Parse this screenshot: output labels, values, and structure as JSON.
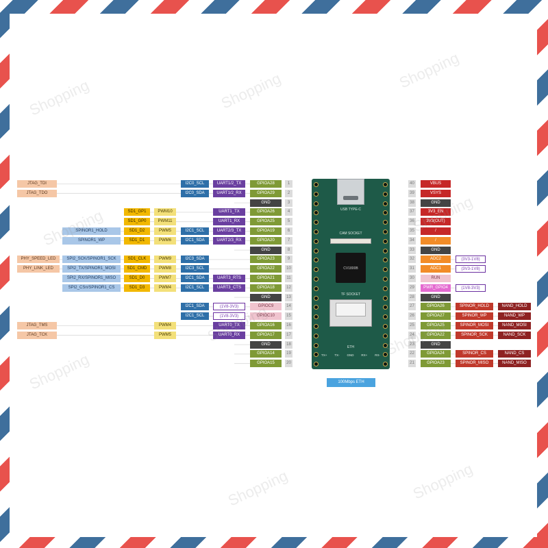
{
  "colors": {
    "jtag": "#f5c7a6",
    "spi_flash": "#a9c7e8",
    "sd": "#f2b800",
    "pwm": "#f3e07a",
    "i2c": "#2e6fa8",
    "uart": "#6a3fa0",
    "gpio": "#7f9a36",
    "gnd": "#444444",
    "pin_number": "#dcdcdc",
    "power": "#c62828",
    "adc": "#f28c28",
    "voltage": "#7b3fb3",
    "voltage_border": "#6a2fa0",
    "run": "#f0c4cf",
    "pwm_pink": "#e46ad0",
    "spinor": "#c0392b",
    "nand": "#8e2222",
    "eth_badge": "#4aa3df",
    "board": "#1e5a48"
  },
  "board": {
    "usb_label": "USB TYPE-C",
    "cam_label": "CAM SOCKET",
    "chip_label": "CV1800B",
    "tf_label": "TF SOCKET",
    "eth_label": "ETH",
    "eth_pins": [
      "TX+",
      "TX-",
      "GND",
      "RX+",
      "RX-"
    ]
  },
  "eth_badge": "100Mbps ETH",
  "watermark": "Shopping",
  "left_pins": [
    {
      "num": "1",
      "label": "GPIOA28",
      "type": "gpio",
      "tags": [
        {
          "text": "UART1/2_TX",
          "type": "uart"
        },
        {
          "text": "I2C0_SCL",
          "type": "i2c"
        },
        {
          "text": "JTAG_TDI",
          "type": "jtag"
        }
      ]
    },
    {
      "num": "2",
      "label": "GPIOA29",
      "type": "gpio",
      "tags": [
        {
          "text": "UART1/2_RX",
          "type": "uart"
        },
        {
          "text": "I2C0_SDA",
          "type": "i2c"
        },
        {
          "text": "JTAG_TDO",
          "type": "jtag"
        }
      ]
    },
    {
      "num": "3",
      "label": "GND",
      "type": "gnd",
      "tags": []
    },
    {
      "num": "4",
      "label": "GPIOA26",
      "type": "gpio",
      "tags": [
        {
          "text": "UART1_TX",
          "type": "uart"
        },
        {
          "text": "PWM10",
          "type": "pwm"
        },
        {
          "text": "SD1_GP1",
          "type": "sd"
        }
      ]
    },
    {
      "num": "5",
      "label": "GPIOA25",
      "type": "gpio",
      "tags": [
        {
          "text": "UART1_RX",
          "type": "uart"
        },
        {
          "text": "PWM11",
          "type": "pwm"
        },
        {
          "text": "SD1_GP0",
          "type": "sd"
        }
      ]
    },
    {
      "num": "6",
      "label": "GPIOA19",
      "type": "gpio",
      "tags": [
        {
          "text": "UART2/3_TX",
          "type": "uart"
        },
        {
          "text": "I2C1_SCL",
          "type": "i2c"
        },
        {
          "text": "PWM5",
          "type": "pwm"
        },
        {
          "text": "SD1_D2",
          "type": "sd"
        },
        {
          "text": "SPINOR1_HOLD",
          "type": "spi_flash"
        }
      ]
    },
    {
      "num": "7",
      "label": "GPIOA20",
      "type": "gpio",
      "tags": [
        {
          "text": "UART2/3_RX",
          "type": "uart"
        },
        {
          "text": "I2C1_SDA",
          "type": "i2c"
        },
        {
          "text": "PWM6",
          "type": "pwm"
        },
        {
          "text": "SD1_D1",
          "type": "sd"
        },
        {
          "text": "SPINOR1_WP",
          "type": "spi_flash"
        }
      ]
    },
    {
      "num": "8",
      "label": "GND",
      "type": "gnd",
      "tags": []
    },
    {
      "num": "9",
      "label": "GPIOA23",
      "type": "gpio",
      "tags": [
        {
          "text": "I2C3_SDA",
          "type": "i2c"
        },
        {
          "text": "PWM9",
          "type": "pwm"
        },
        {
          "text": "SD1_CLK",
          "type": "sd"
        },
        {
          "text": "SPI2_SCK/SPINOR1_SCK",
          "type": "spi_flash"
        },
        {
          "text": "PHY_SPEED_LED",
          "type": "jtag"
        }
      ]
    },
    {
      "num": "10",
      "label": "GPIOA22",
      "type": "gpio",
      "tags": [
        {
          "text": "I2C3_SCL",
          "type": "i2c"
        },
        {
          "text": "PWM8",
          "type": "pwm"
        },
        {
          "text": "SD1_CMD",
          "type": "sd"
        },
        {
          "text": "SPI2_TX/SPINOR1_MOSI",
          "type": "spi_flash"
        },
        {
          "text": "PHY_LINK_LED",
          "type": "jtag"
        }
      ]
    },
    {
      "num": "11",
      "label": "GPIOA21",
      "type": "gpio",
      "tags": [
        {
          "text": "UART3_RTS",
          "type": "uart"
        },
        {
          "text": "I2C1_SDA",
          "type": "i2c"
        },
        {
          "text": "PWM7",
          "type": "pwm"
        },
        {
          "text": "SD1_D0",
          "type": "sd"
        },
        {
          "text": "SPI2_RX/SPINOR1_MISO",
          "type": "spi_flash"
        }
      ]
    },
    {
      "num": "12",
      "label": "GPIOA18",
      "type": "gpio",
      "tags": [
        {
          "text": "UART3_CTS",
          "type": "uart"
        },
        {
          "text": "I2C1_SCL",
          "type": "i2c"
        },
        {
          "text": "PWM4",
          "type": "pwm"
        },
        {
          "text": "SD1_D3",
          "type": "sd"
        },
        {
          "text": "SPI2_CSn/SPINOR1_CS",
          "type": "spi_flash"
        }
      ]
    },
    {
      "num": "13",
      "label": "GND",
      "type": "gnd",
      "tags": []
    },
    {
      "num": "14",
      "label": "GPIOC9",
      "type": "run",
      "tags": [
        {
          "text": "(1V8-3V3)",
          "type": "voltage"
        },
        {
          "text": "I2C1_SDA",
          "type": "i2c"
        }
      ]
    },
    {
      "num": "15",
      "label": "GPIOC10",
      "type": "run",
      "tags": [
        {
          "text": "(1V8-3V3)",
          "type": "voltage"
        },
        {
          "text": "I2C1_SCL",
          "type": "i2c"
        }
      ]
    },
    {
      "num": "16",
      "label": "GPIOA16",
      "type": "gpio",
      "tags": [
        {
          "text": "UART0_TX",
          "type": "uart"
        },
        {
          "text": "PWM4",
          "type": "pwm"
        },
        {
          "text": "JTAG_TMS",
          "type": "jtag"
        }
      ]
    },
    {
      "num": "17",
      "label": "GPIOA17",
      "type": "gpio",
      "tags": [
        {
          "text": "UART0_RX",
          "type": "uart"
        },
        {
          "text": "PWM5",
          "type": "pwm"
        },
        {
          "text": "JTAG_TCK",
          "type": "jtag"
        }
      ]
    },
    {
      "num": "18",
      "label": "GND",
      "type": "gnd",
      "tags": []
    },
    {
      "num": "19",
      "label": "GPIOA14",
      "type": "gpio",
      "tags": []
    },
    {
      "num": "20",
      "label": "GPIOA15",
      "type": "gpio",
      "tags": []
    }
  ],
  "right_pins": [
    {
      "num": "40",
      "label": "VBUS",
      "type": "power",
      "tags": []
    },
    {
      "num": "39",
      "label": "VSYS",
      "type": "power",
      "tags": []
    },
    {
      "num": "38",
      "label": "GND",
      "type": "gnd",
      "tags": []
    },
    {
      "num": "37",
      "label": "3V3_EN",
      "type": "power",
      "tags": []
    },
    {
      "num": "36",
      "label": "3V3(OUT)",
      "type": "power",
      "tags": []
    },
    {
      "num": "35",
      "label": "/",
      "type": "power",
      "tags": []
    },
    {
      "num": "34",
      "label": "/",
      "type": "adc",
      "tags": []
    },
    {
      "num": "33",
      "label": "GND",
      "type": "gnd",
      "tags": []
    },
    {
      "num": "32",
      "label": "ADC2",
      "type": "adc",
      "tags": [
        {
          "text": "(3V3-1V8)",
          "type": "voltage"
        }
      ]
    },
    {
      "num": "31",
      "label": "ADC1",
      "type": "adc",
      "tags": [
        {
          "text": "(3V3-1V8)",
          "type": "voltage"
        }
      ]
    },
    {
      "num": "30",
      "label": "RUN",
      "type": "run",
      "tags": []
    },
    {
      "num": "29",
      "label": "PWR_GPIO4",
      "type": "pwm_pink",
      "tags": [
        {
          "text": "(1V8-3V3)",
          "type": "voltage"
        }
      ]
    },
    {
      "num": "28",
      "label": "GND",
      "type": "gnd",
      "tags": []
    },
    {
      "num": "27",
      "label": "GPIOA26",
      "type": "gpio",
      "tags": [
        {
          "text": "SPINOR_HOLD",
          "type": "spinor"
        },
        {
          "text": "NAND_HOLD",
          "type": "nand"
        }
      ]
    },
    {
      "num": "26",
      "label": "GPIOA27",
      "type": "gpio",
      "tags": [
        {
          "text": "SPINOR_WP",
          "type": "spinor"
        },
        {
          "text": "NAND_WP",
          "type": "nand"
        }
      ]
    },
    {
      "num": "25",
      "label": "GPIOA25",
      "type": "gpio",
      "tags": [
        {
          "text": "SPINOR_MOSI",
          "type": "spinor"
        },
        {
          "text": "NAND_MOSI",
          "type": "nand"
        }
      ]
    },
    {
      "num": "24",
      "label": "GPIOA22",
      "type": "gpio",
      "tags": [
        {
          "text": "SPINOR_SCK",
          "type": "spinor"
        },
        {
          "text": "NAND_SCK",
          "type": "nand"
        }
      ]
    },
    {
      "num": "23",
      "label": "GND",
      "type": "gnd",
      "tags": []
    },
    {
      "num": "22",
      "label": "GPIOA24",
      "type": "gpio",
      "tags": [
        {
          "text": "SPINOR_CS",
          "type": "spinor"
        },
        {
          "text": "NAND_CS",
          "type": "nand"
        }
      ]
    },
    {
      "num": "21",
      "label": "GPIOA23",
      "type": "gpio",
      "tags": [
        {
          "text": "SPINOR_MISO",
          "type": "spinor"
        },
        {
          "text": "NAND_MISO",
          "type": "nand"
        }
      ]
    }
  ]
}
